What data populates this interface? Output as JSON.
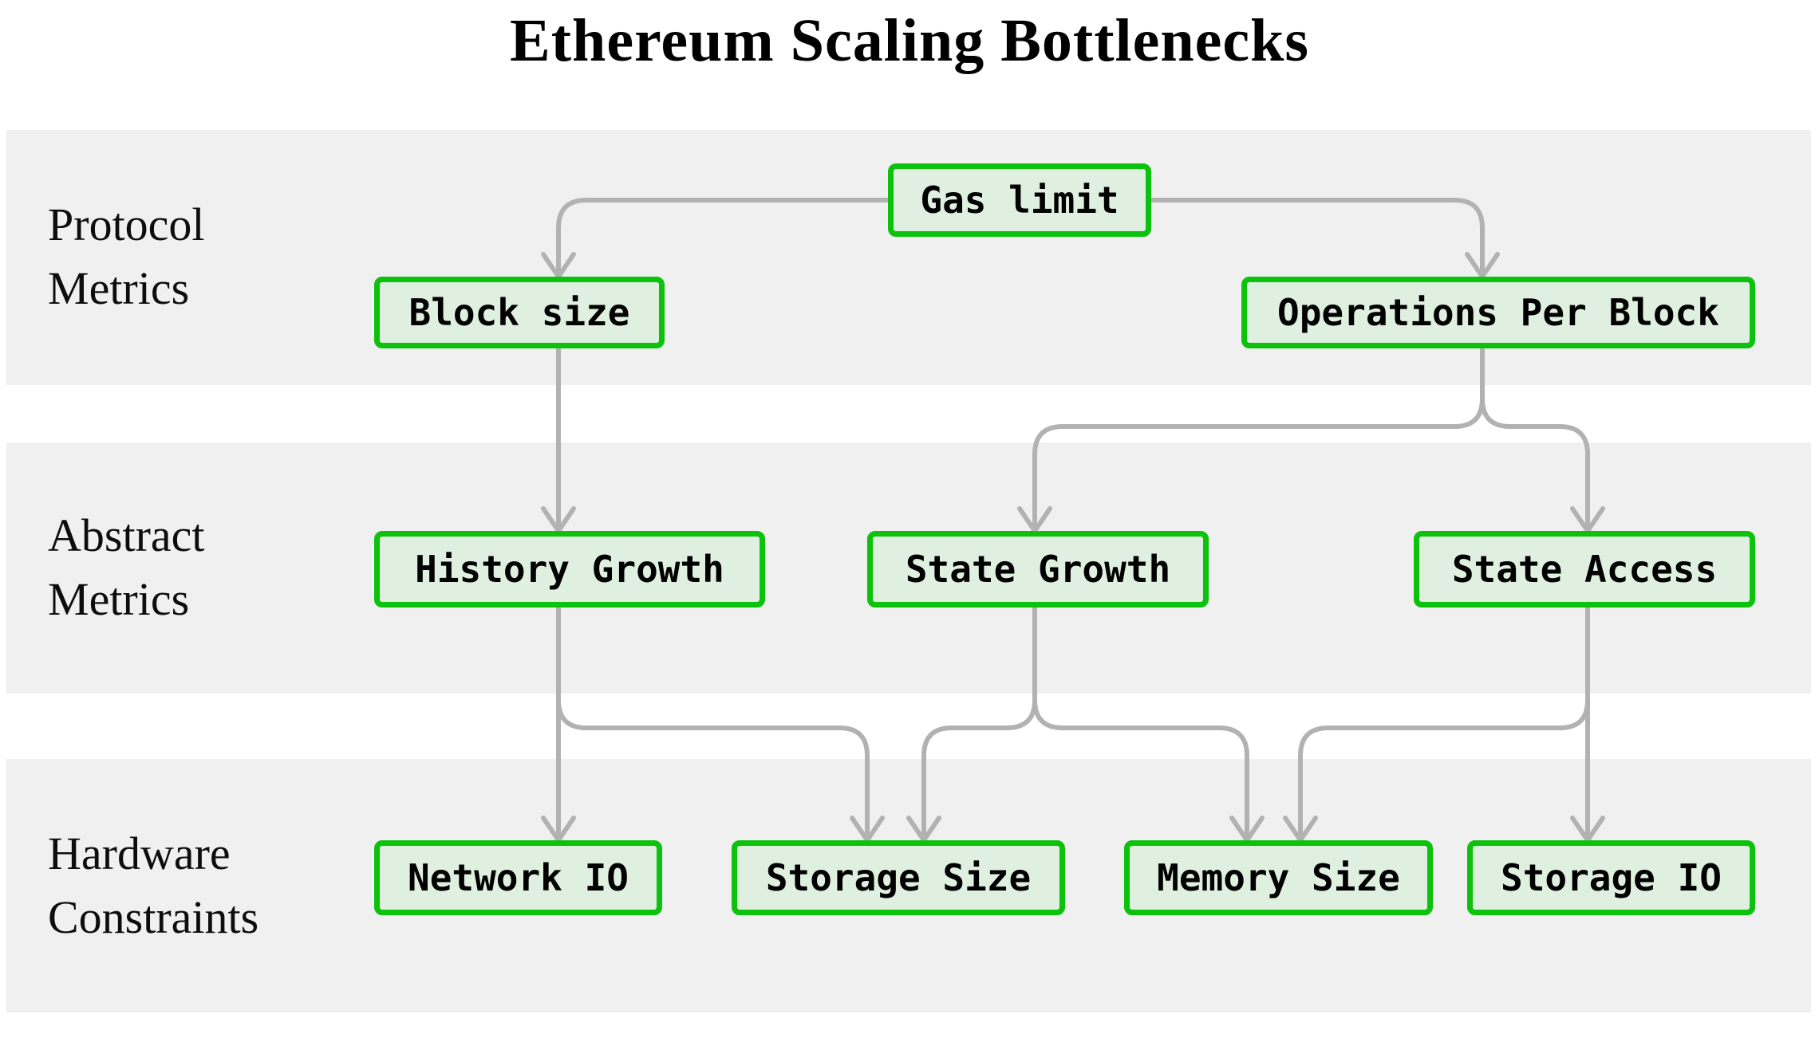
{
  "title": "Ethereum Scaling Bottlenecks",
  "bands": [
    {
      "id": "protocol-metrics",
      "lines": [
        "Protocol",
        "Metrics"
      ]
    },
    {
      "id": "abstract-metrics",
      "lines": [
        "Abstract",
        "Metrics"
      ]
    },
    {
      "id": "hardware-constraints",
      "lines": [
        "Hardware",
        "Constraints"
      ]
    }
  ],
  "nodes": [
    {
      "id": "gas-limit",
      "label": "Gas limit",
      "band": "protocol-metrics"
    },
    {
      "id": "block-size",
      "label": "Block size",
      "band": "protocol-metrics"
    },
    {
      "id": "operations-per-block",
      "label": "Operations Per Block",
      "band": "protocol-metrics"
    },
    {
      "id": "history-growth",
      "label": "History Growth",
      "band": "abstract-metrics"
    },
    {
      "id": "state-growth",
      "label": "State Growth",
      "band": "abstract-metrics"
    },
    {
      "id": "state-access",
      "label": "State Access",
      "band": "abstract-metrics"
    },
    {
      "id": "network-io",
      "label": "Network IO",
      "band": "hardware-constraints"
    },
    {
      "id": "storage-size",
      "label": "Storage Size",
      "band": "hardware-constraints"
    },
    {
      "id": "memory-size",
      "label": "Memory Size",
      "band": "hardware-constraints"
    },
    {
      "id": "storage-io",
      "label": "Storage IO",
      "band": "hardware-constraints"
    }
  ],
  "edges": [
    {
      "from": "Gas limit",
      "to": "Block size"
    },
    {
      "from": "Gas limit",
      "to": "Operations Per Block"
    },
    {
      "from": "Block size",
      "to": "History Growth"
    },
    {
      "from": "Operations Per Block",
      "to": "State Growth"
    },
    {
      "from": "Operations Per Block",
      "to": "State Access"
    },
    {
      "from": "History Growth",
      "to": "Network IO"
    },
    {
      "from": "History Growth",
      "to": "Storage Size"
    },
    {
      "from": "State Growth",
      "to": "Storage Size"
    },
    {
      "from": "State Growth",
      "to": "Memory Size"
    },
    {
      "from": "State Access",
      "to": "Memory Size"
    },
    {
      "from": "State Access",
      "to": "Storage IO"
    }
  ],
  "colors": {
    "band_background": "#f0f0f1",
    "node_fill": "#dff0e0",
    "node_border": "#0cc20c",
    "edge": "#b2b2b2",
    "text": "#000000",
    "title_text": "#000000"
  }
}
